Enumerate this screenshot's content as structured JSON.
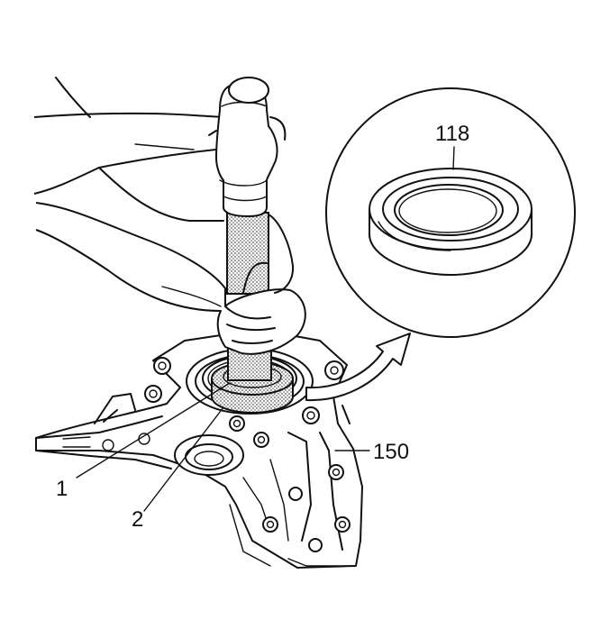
{
  "callouts": {
    "c1": "1",
    "c2": "2",
    "c118": "118",
    "c150": "150"
  },
  "colors": {
    "ink": "#111111",
    "stipple": "#9a9a9a",
    "background": "#ffffff"
  }
}
